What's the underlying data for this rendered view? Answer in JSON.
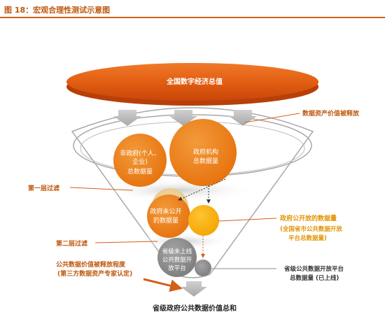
{
  "figure": {
    "title": "图 18：宏观合理性测试示意图"
  },
  "diagram": {
    "top_disc": "全国数字经济总值",
    "release_label": "数据资产价值被释放",
    "filter1_label": "第一层过滤",
    "filter2_label": "第二层过滤",
    "circle_nongov_line1": "非政府(个人、",
    "circle_nongov_line2": "企业)",
    "circle_nongov_line3": "总数据量",
    "circle_gov_line1": "政府机构",
    "circle_gov_line2": "总数据量",
    "circle_unpublic_line1": "政府未公开",
    "circle_unpublic_line2": "的数据量",
    "circle_prov_line1": "省级未上线",
    "circle_prov_line2": "公共数据开",
    "circle_prov_line3": "放平台",
    "open_data_title": "政府公开放的数据量",
    "open_data_sub1": "(全国省市公共数据开放",
    "open_data_sub2": "平台总数据量)",
    "platform_line1": "省级公共数据开放平台",
    "platform_line2": "总数据量 (已上线)",
    "degree_line1": "公共数据价值被释放程度",
    "degree_line2": "(第三方数据资产专家认定)",
    "bottom_label": "省级政府公共数据价值总和"
  },
  "colors": {
    "accent": "#d3601a",
    "orange_dark": "#e8730e",
    "orange_light": "#f5a623",
    "gold": "#f7b500",
    "grey": "#8c8c8c"
  }
}
